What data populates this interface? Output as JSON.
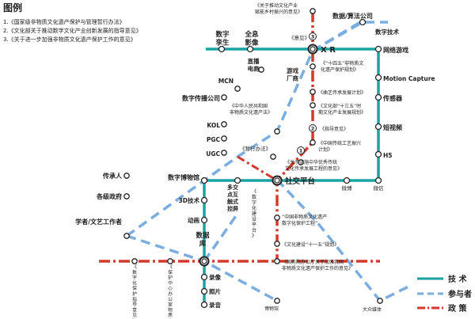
{
  "legend_title": "图例",
  "notes": [
    "1.《国家级非物质文化遗产保护与管理暂行办法》",
    "2.《文化部关于推动数字文化产业创新发展的指导意见》",
    "3.《关于进一步加强非物质文化遗产保护工作的意见》"
  ],
  "key": {
    "tech": "技 术",
    "participants": "参与者",
    "policy": "政 策"
  },
  "colors": {
    "tech": "#1aa3a3",
    "participants": "#7aaee0",
    "policy": "#d33a2a",
    "station_fill": "#ffffff",
    "station_stroke": "#222222"
  },
  "tech_labels": {
    "digital_twin": "数字\n孪生",
    "panoramic": "全息\n影像",
    "xr": "X R",
    "online_game": "网络游戏",
    "motion_capture": "Motion Capture",
    "sensor": "传感器",
    "short_video": "短视频",
    "h5": "H5",
    "social": "社交平台",
    "weibo": "微博",
    "wechat": "微信",
    "digital_museum": "数字博物馆",
    "interactive": "多交\n点互\n触式\n控屏",
    "tech3d": "3D技术",
    "animation": "动画",
    "database": "数据\n库",
    "video": "录像",
    "photo": "照片",
    "audio": "录音"
  },
  "participant_labels": {
    "data_company": "数据/算法公司",
    "digital_tech": "数字技术",
    "live_streamer": "直播\n电商",
    "game_maker": "游戏\n厂商",
    "mcn": "MCN",
    "digital_comm": "数字传播公司",
    "kol": "KOL",
    "pgc": "PGC",
    "ugc": "UGC",
    "inheritor": "传承人",
    "gov": "各级政府",
    "scholar": "学者/文艺工作者",
    "museum": "博物馆",
    "mass_media": "大众媒体"
  },
  "policy_labels": {
    "p_rural": "《关于推动文化产业\n赋能乡村振兴的意见》",
    "p_opinion": "《意见》",
    "p_145": "《“十四五”非物质文\n化遗产保护规划》",
    "p_craft": "《曲艺传承发展计划》",
    "p_135": "《文化部“十三五”时\n期文化产业发展规划》",
    "p_guide": "《指导意见》",
    "p_revive": "《中国传统工艺振兴\n计划》",
    "p_impl": "《关于实施中华优秀传统\n文化传承发展工程的意见》",
    "p_law": "《中华人民共和国\n非物质文化遗产法》",
    "p_interim": "《暂行办法》",
    "p_digital": "“中国非物质文化遗产\n数字化保护工程”",
    "p_plan": "《文化建设“十一五”规划》",
    "p_state": "《国务院办公厅关于加强我国\n非物质文化遗产保护工作的意见》",
    "p_digitize": "《数字化建设平台》",
    "p_guide_v": "《数字化保护指导意见》",
    "p_protect": "《保护中心办公室物质文化》"
  },
  "badges": {
    "b1": "1",
    "b2": "2",
    "b3": "3"
  }
}
